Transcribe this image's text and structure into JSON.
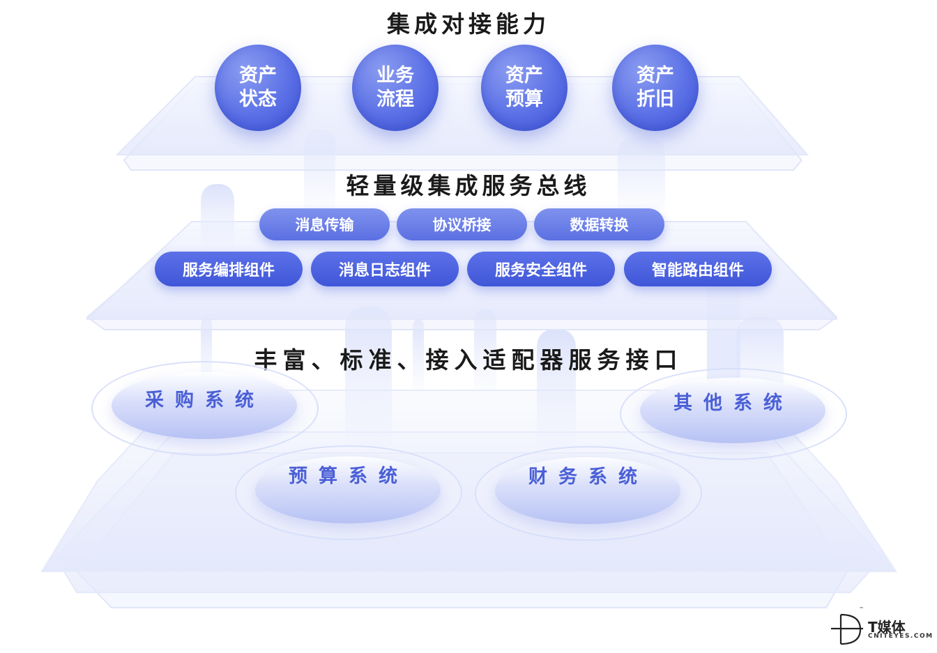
{
  "top_layer": {
    "title": "集成对接能力",
    "circles": [
      {
        "line1": "资产",
        "line2": "状态"
      },
      {
        "line1": "业务",
        "line2": "流程"
      },
      {
        "line1": "资产",
        "line2": "预算"
      },
      {
        "line1": "资产",
        "line2": "折旧"
      }
    ]
  },
  "middle_layer": {
    "title": "轻量级集成服务总线",
    "row1": [
      "消息传输",
      "协议桥接",
      "数据转换"
    ],
    "row2": [
      "服务编排组件",
      "消息日志组件",
      "服务安全组件",
      "智能路由组件"
    ]
  },
  "bottom_layer": {
    "title": "丰富、标准、接入适配器服务接口",
    "systems": [
      "采购系统",
      "其他系统",
      "预算系统",
      "财务系统"
    ]
  },
  "watermark": {
    "name": "T媒体",
    "site": "CNITEYES.COM",
    "tm": "™"
  },
  "colors": {
    "accent": "#4a5fd6",
    "circle_fill": "#5b70e6",
    "pill_light": "#7486ea",
    "pill_dark": "#4b62e0",
    "plate_edge": "#dfe4f8",
    "title_text": "#1a1a1a"
  }
}
